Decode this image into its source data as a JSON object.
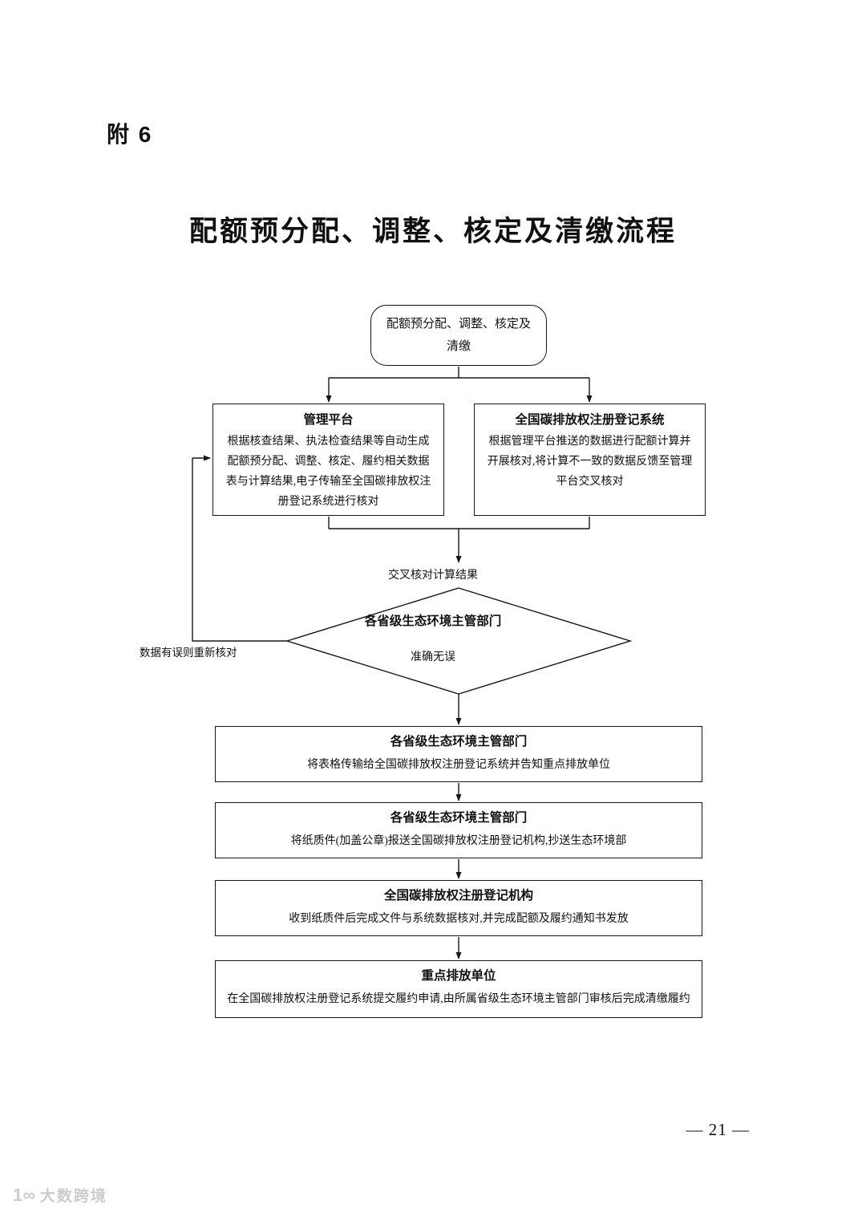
{
  "page": {
    "attachment_label": "附 6",
    "title": "配额预分配、调整、核定及清缴流程",
    "page_number": "— 21 —",
    "watermark_logo": "1∞",
    "watermark_text": "大数跨境"
  },
  "flowchart": {
    "start": "配额预分配、调整、核定及清缴",
    "left_box": {
      "title": "管理平台",
      "body": "根据核查结果、执法检查结果等自动生成配额预分配、调整、核定、履约相关数据表与计算结果,电子传输至全国碳排放权注册登记系统进行核对"
    },
    "right_box": {
      "title": "全国碳排放权注册登记系统",
      "body": "根据管理平台推送的数据进行配额计算并开展核对,将计算不一致的数据反馈至管理平台交叉核对"
    },
    "cross_check_label": "交叉核对计算结果",
    "decision": {
      "title": "各省级生态环境主管部门",
      "result_label": "准确无误"
    },
    "error_label": "数据有误则重新核对",
    "steps": [
      {
        "title": "各省级生态环境主管部门",
        "body": "将表格传输给全国碳排放权注册登记系统并告知重点排放单位"
      },
      {
        "title": "各省级生态环境主管部门",
        "body": "将纸质件(加盖公章)报送全国碳排放权注册登记机构,抄送生态环境部"
      },
      {
        "title": "全国碳排放权注册登记机构",
        "body": "收到纸质件后完成文件与系统数据核对,并完成配额及履约通知书发放"
      },
      {
        "title": "重点排放单位",
        "body": "在全国碳排放权注册登记系统提交履约申请,由所属省级生态环境主管部门审核后完成清缴履约"
      }
    ]
  }
}
